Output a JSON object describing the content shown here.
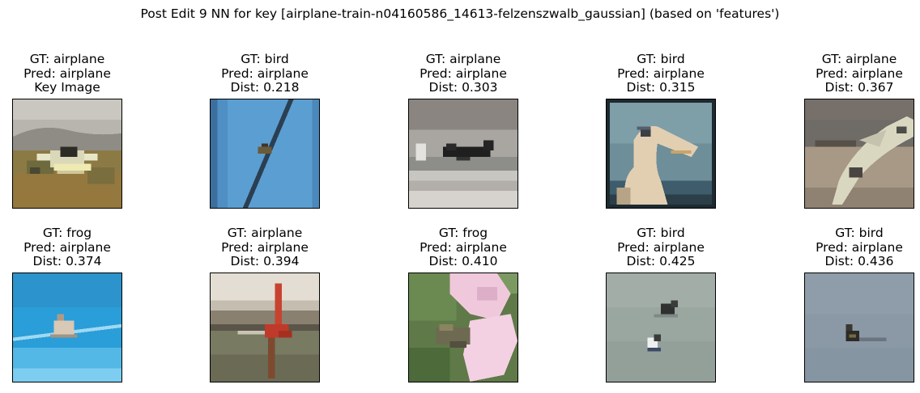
{
  "figure": {
    "title": "Post Edit 9 NN for key [airplane-train-n04160586_14613-felzenszwalb_gaussian] (based on 'features')"
  },
  "panels": [
    {
      "gt": "GT: airplane",
      "pred": "Pred: airplane",
      "extra": "Key Image",
      "image": "key-airplane-image"
    },
    {
      "gt": "GT: bird",
      "pred": "Pred: airplane",
      "extra": "Dist: 0.218",
      "image": "bird-sky-image"
    },
    {
      "gt": "GT: airplane",
      "pred": "Pred: airplane",
      "extra": "Dist: 0.303",
      "image": "airplane-runway-image"
    },
    {
      "gt": "GT: bird",
      "pred": "Pred: airplane",
      "extra": "Dist: 0.315",
      "image": "pelican-image"
    },
    {
      "gt": "GT: airplane",
      "pred": "Pred: airplane",
      "extra": "Dist: 0.367",
      "image": "airplane-tarmac-image"
    },
    {
      "gt": "GT: frog",
      "pred": "Pred: airplane",
      "extra": "Dist: 0.374",
      "image": "seaplane-image"
    },
    {
      "gt": "GT: airplane",
      "pred": "Pred: airplane",
      "extra": "Dist: 0.394",
      "image": "red-airplane-image"
    },
    {
      "gt": "GT: frog",
      "pred": "Pred: airplane",
      "extra": "Dist: 0.410",
      "image": "frog-in-hand-image"
    },
    {
      "gt": "GT: bird",
      "pred": "Pred: airplane",
      "extra": "Dist: 0.425",
      "image": "birds-on-water-image"
    },
    {
      "gt": "GT: bird",
      "pred": "Pred: airplane",
      "extra": "Dist: 0.436",
      "image": "duck-on-water-image"
    }
  ]
}
